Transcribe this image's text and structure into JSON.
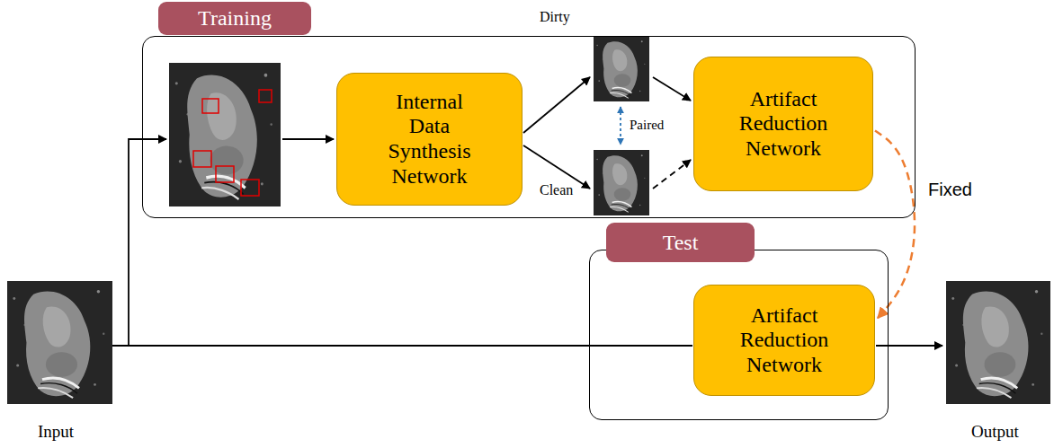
{
  "diagram": {
    "nodes": [
      {
        "text": [
          "Training"
        ]
      },
      {
        "text": [
          "Internal Data Synthesis Network"
        ],
        "in": 0
      },
      {
        "text": [
          "Artifact Reduction Network"
        ],
        "in": 0
      },
      {
        "text": [
          "Test"
        ]
      },
      {
        "text": [
          "Artifact Reduction Network"
        ],
        "in": 3
      }
    ],
    "edges": [
      {
        "from": 2,
        "to": 4,
        "arrow": "to",
        "label": "Fixed"
      }
    ],
    "labels": [
      "Dirty",
      "Clean",
      "Paired",
      "Input",
      "Output"
    ]
  }
}
